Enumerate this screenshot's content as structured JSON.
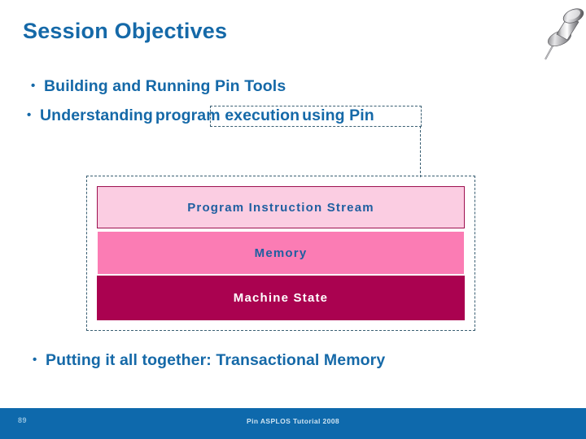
{
  "slide": {
    "title": "Session Objectives",
    "bullets": [
      {
        "marker": "•",
        "text": "Building and Running Pin Tools"
      },
      {
        "marker": "•",
        "prefix": "Understanding ",
        "highlight": "program execution",
        "suffix": " using Pin"
      },
      {
        "marker": "•",
        "text": "Putting it all together: Transactional Memory"
      }
    ],
    "diagram": {
      "name": "program-execution-stack",
      "boxes": [
        {
          "label": "Program Instruction Stream",
          "fill": "#FBCDE2",
          "text_color": "#1F5FA0"
        },
        {
          "label": "Memory",
          "fill": "#FB7CB4",
          "text_color": "#1F5FA0"
        },
        {
          "label": "Machine State",
          "fill": "#AA0250",
          "text_color": "#FFFFFF"
        }
      ]
    },
    "decoration": {
      "pushpin_icon": "pushpin-icon"
    },
    "footer": {
      "page_number": "89",
      "center_text": "Pin ASPLOS Tutorial 2008",
      "bar_color": "#0E69AC"
    },
    "theme": {
      "title_color": "#1569A8",
      "body_text_color": "#1569A8",
      "annotation_color": "#3A5F73",
      "background": "#FFFFFF"
    }
  }
}
